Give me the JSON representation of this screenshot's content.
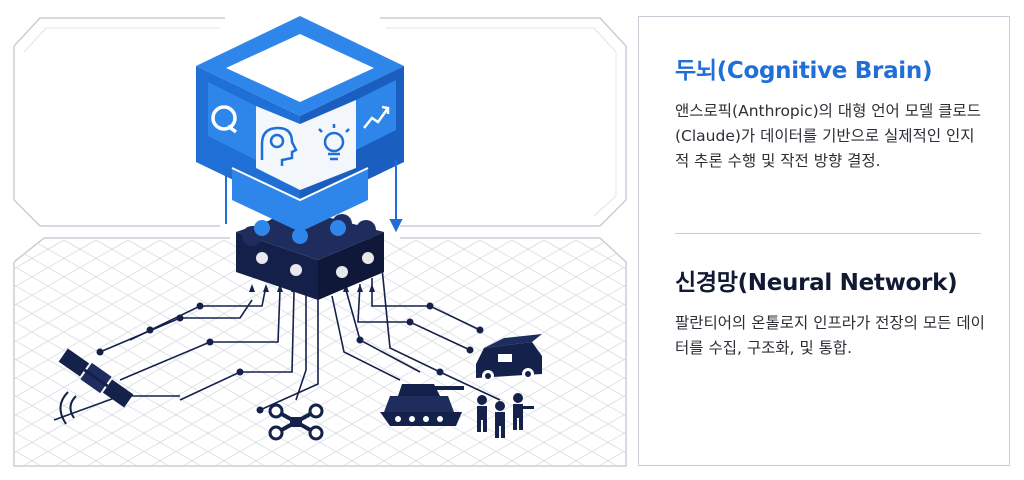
{
  "brain": {
    "title": "두뇌(Cognitive Brain)",
    "description": "앤스로픽(Anthropic)의 대형 언어 모델 클로드(Claude)가 데이터를 기반으로 실제적인 인지적 추론 수행 및 작전 방향 결정."
  },
  "neural": {
    "title": "신경망(Neural Network)",
    "description": "팔란티어의 온톨로지 인프라가 전장의 모든 데이터를 수집, 구조화, 및 통합."
  },
  "colors": {
    "brain_blue": "#1f6fd6",
    "navy": "#14214a",
    "frame_gray": "#c9ced6"
  },
  "icons": [
    "claude-logo-icon",
    "brain-head-icon",
    "lightbulb-gear-icon",
    "trend-line-icon",
    "satellite-icon",
    "drone-icon",
    "tank-icon",
    "soldiers-icon",
    "armored-vehicle-icon"
  ]
}
